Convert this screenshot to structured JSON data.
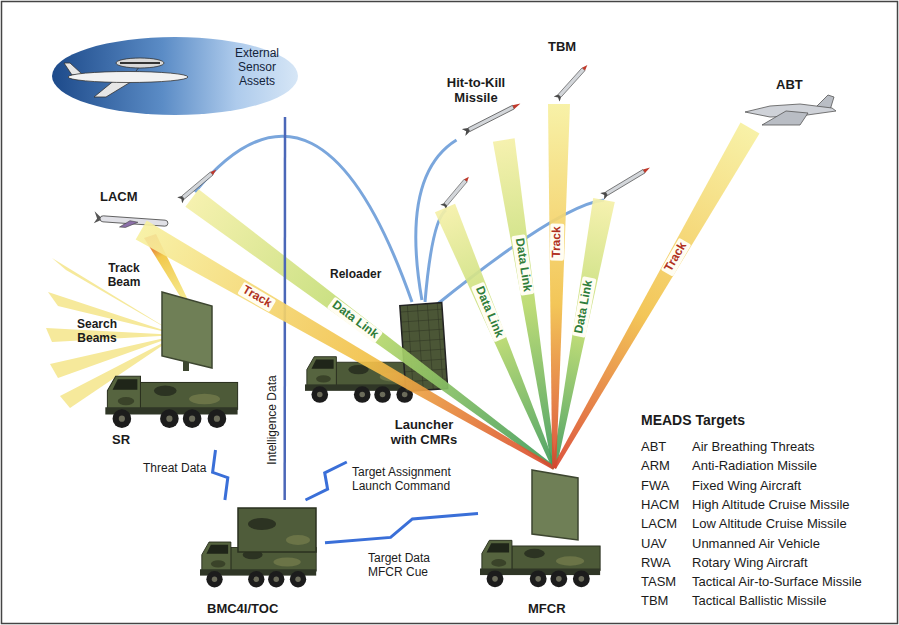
{
  "diagram": {
    "nodes": [
      {
        "text": [
          "External Sensor Assets"
        ]
      },
      {
        "text": [
          "Hit-to-Kill Missile"
        ]
      },
      {
        "text": [
          "TBM"
        ]
      },
      {
        "text": [
          "ABT"
        ]
      },
      {
        "text": [
          "LACM"
        ]
      },
      {
        "text": [
          "SR"
        ]
      },
      {
        "text": [
          "Launcher with CMRs"
        ]
      },
      {
        "text": [
          "BMC4I/TOC"
        ]
      },
      {
        "text": [
          "MFCR"
        ]
      }
    ],
    "edges": [
      {
        "from": 5,
        "to": 7,
        "label": "Threat Data",
        "arrow": "none"
      },
      {
        "from": 7,
        "to": 6,
        "label": "Target Assignment Launch Command",
        "arrow": "none"
      },
      {
        "from": 7,
        "to": 8,
        "label": "Target Data MFCR Cue",
        "arrow": "none"
      },
      {
        "from": 0,
        "to": 7,
        "label": "Intelligence Data",
        "arrow": "none"
      },
      {
        "from": 6,
        "to": 1,
        "arrow": "none"
      },
      {
        "from": 8,
        "to": 4,
        "label": "Track",
        "arrow": "none"
      },
      {
        "from": 8,
        "to": 1,
        "label": "Data Link",
        "arrow": "none"
      },
      {
        "from": 8,
        "to": 2,
        "label": "Track",
        "arrow": "none"
      },
      {
        "from": 8,
        "to": 3,
        "label": "Track",
        "arrow": "none"
      }
    ],
    "labels": [
      "Track Beam",
      "Search Beams",
      "Reloader",
      "Data Link",
      "Data Link",
      "Data Link",
      "MEADS Targets",
      "ABT",
      "Air Breathing Threats",
      "ARM",
      "Anti-Radiation Missile",
      "FWA",
      "Fixed Wing Aircraft",
      "HACM",
      "High Altitude Cruise Missile",
      "LACM",
      "Low Altitude Cruise Missile",
      "UAV",
      "Unmanned Air Vehicle",
      "RWA",
      "Rotary Wing Aircraft",
      "TASM",
      "Tactical Air-to-Surface Missile",
      "TBM",
      "Tactical Ballistic Missile"
    ]
  }
}
